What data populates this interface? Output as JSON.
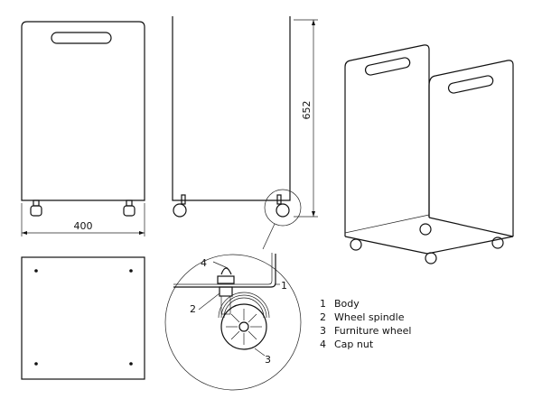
{
  "dimensions": {
    "width": "400",
    "height": "652"
  },
  "callouts": [
    "1",
    "2",
    "3",
    "4"
  ],
  "legend": [
    {
      "num": "1",
      "label": "Body"
    },
    {
      "num": "2",
      "label": "Wheel spindle"
    },
    {
      "num": "3",
      "label": "Furniture wheel"
    },
    {
      "num": "4",
      "label": "Cap nut"
    }
  ]
}
